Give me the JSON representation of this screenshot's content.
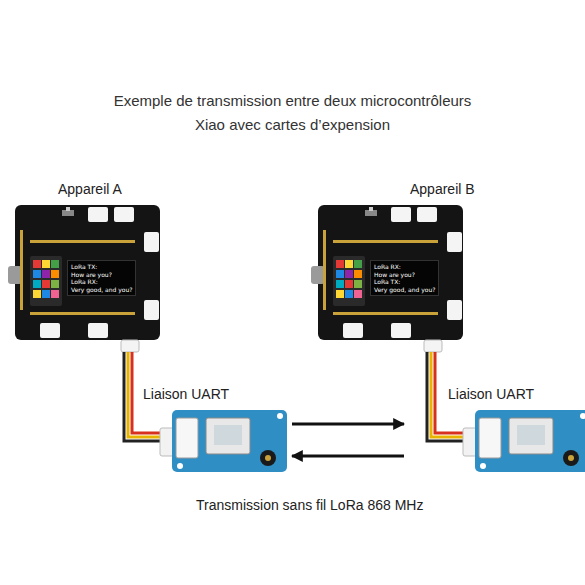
{
  "diagram": {
    "title": "Exemple de transmission entre deux microcontrôleurs Xiao avec cartes d’expension",
    "nodes": [
      {
        "text": [
          "Appareil A"
        ]
      },
      {
        "text": [
          "LoRa TX:",
          "How are you?",
          "LoRa RX:",
          "Very good, and you?"
        ],
        "in": 0
      },
      {
        "text": [
          "Appareil B"
        ]
      },
      {
        "text": [
          "LoRa RX:",
          "How are you?",
          "LoRa TX:",
          "Very good, and you?"
        ],
        "in": 2
      }
    ],
    "labels": [
      "Liaison UART",
      "Liaison UART",
      "Transmission sans fil LoRa 868 MHz"
    ]
  }
}
